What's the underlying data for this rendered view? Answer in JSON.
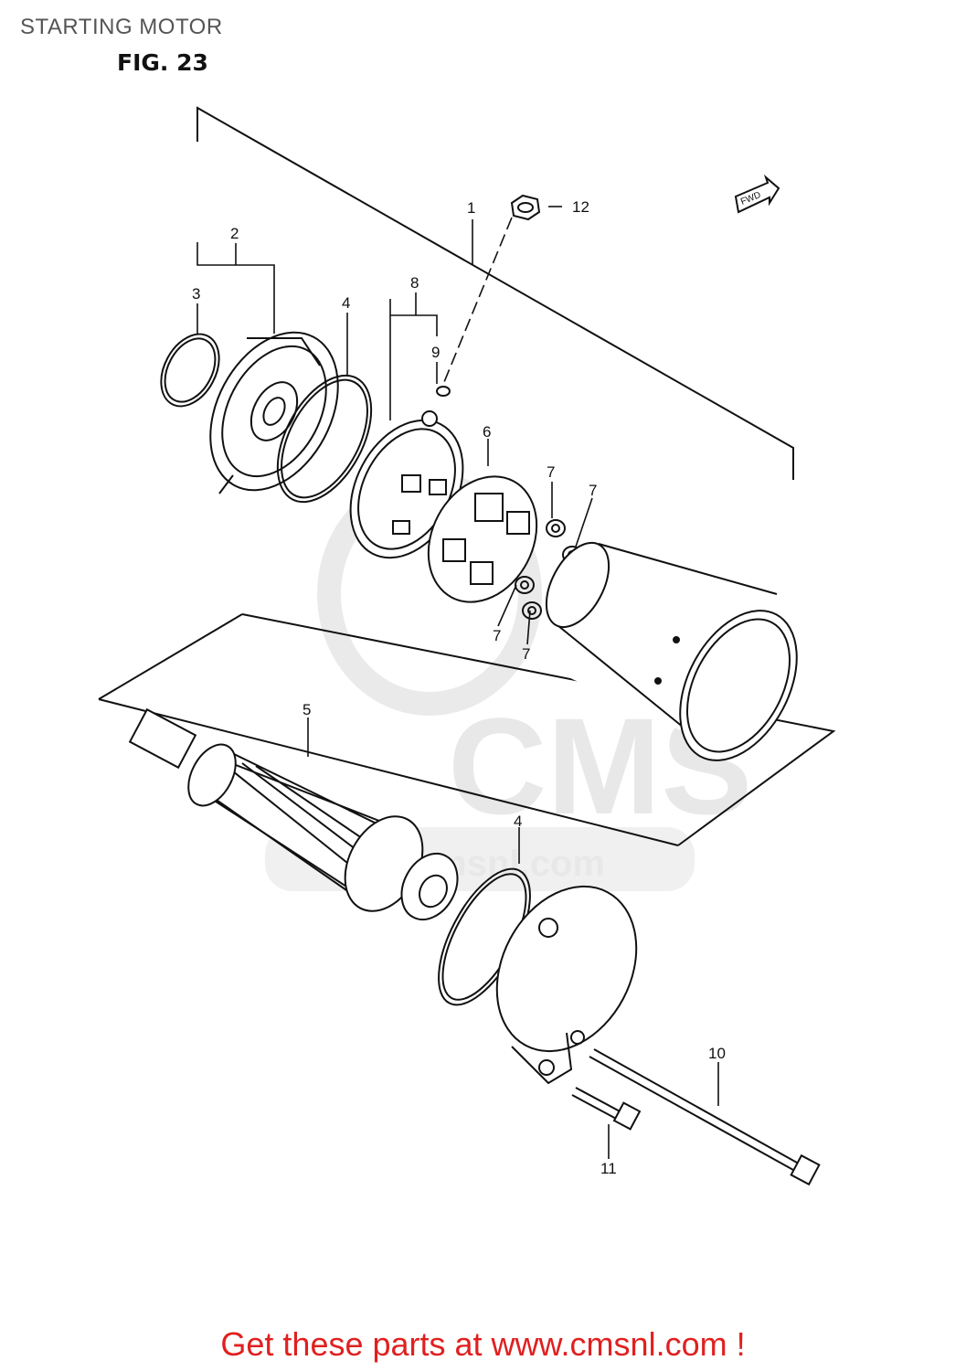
{
  "header": {
    "title": "STARTING MOTOR",
    "figure": "FIG. 23"
  },
  "callouts": {
    "c1": "1",
    "c2": "2",
    "c3": "3",
    "c4a": "4",
    "c4b": "4",
    "c5": "5",
    "c6": "6",
    "c7a": "7",
    "c7b": "7",
    "c7c": "7",
    "c7d": "7",
    "c8": "8",
    "c9": "9",
    "c10": "10",
    "c11": "11",
    "c12": "12"
  },
  "badge": {
    "fwd": "FWD"
  },
  "watermark": {
    "logo": "CMS",
    "url": "www.cmsnl.com"
  },
  "footer": {
    "link_text": "Get these parts at www.cmsnl.com !"
  },
  "colors": {
    "footer": "#e02020",
    "line": "#111111",
    "watermark": "#e6e6e6"
  }
}
